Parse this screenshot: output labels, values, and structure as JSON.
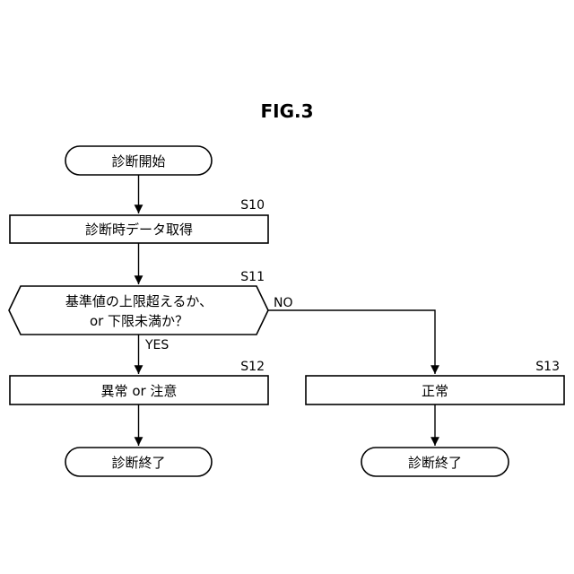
{
  "figure": {
    "title": "FIG.3"
  },
  "nodes": {
    "start": {
      "text": "診断開始"
    },
    "s10": {
      "step": "S10",
      "text": "診断時データ取得"
    },
    "s11": {
      "step": "S11",
      "line1": "基準値の上限超えるか、",
      "line2": "or 下限未満か？"
    },
    "s12": {
      "step": "S12",
      "text": "異常 or 注意"
    },
    "s13": {
      "step": "S13",
      "text": "正常"
    },
    "end_left": {
      "text": "診断終了"
    },
    "end_right": {
      "text": "診断終了"
    }
  },
  "edges": {
    "yes_label": "YES",
    "no_label": "NO"
  }
}
